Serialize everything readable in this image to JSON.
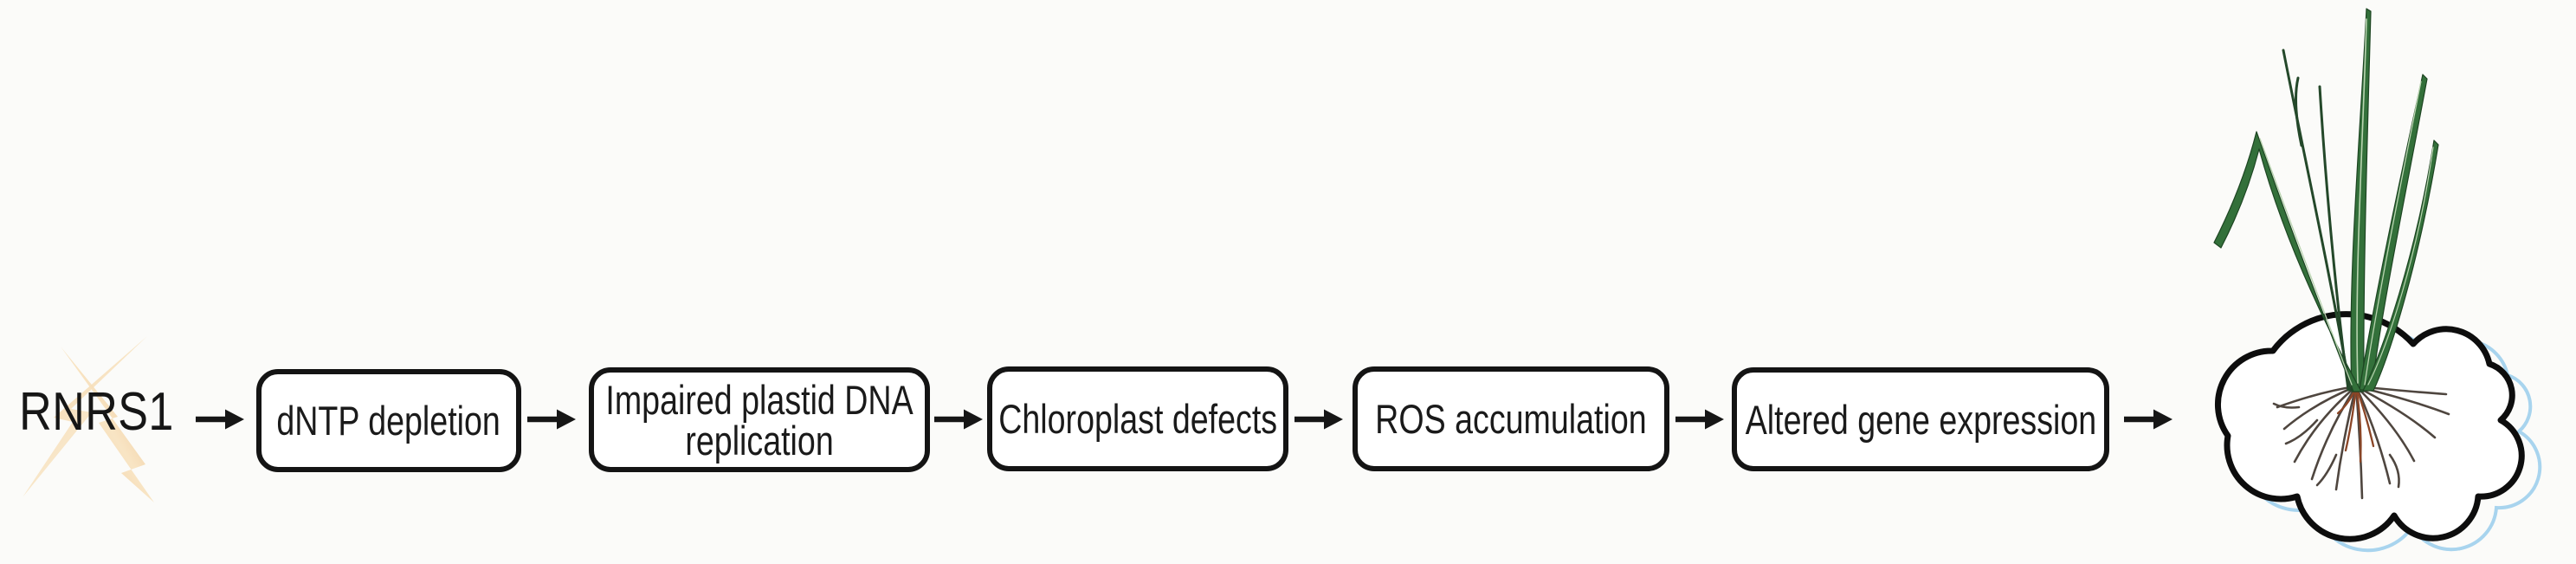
{
  "diagram": {
    "source": {
      "label": "RNRS1",
      "icon": "lightning-bolt-icon"
    },
    "arrow_glyph": "→",
    "steps": [
      {
        "id": "dntp-depletion",
        "lines": [
          "dNTP depletion"
        ]
      },
      {
        "id": "impaired-plastid-dna-replication",
        "lines": [
          "Impaired plastid DNA",
          "replication"
        ]
      },
      {
        "id": "chloroplast-defects",
        "lines": [
          "Chloroplast defects"
        ]
      },
      {
        "id": "ros-accumulation",
        "lines": [
          "ROS accumulation"
        ]
      },
      {
        "id": "altered-gene-expression",
        "lines": [
          "Altered gene expression"
        ]
      }
    ],
    "terminal": {
      "icon": "plant-seedling-in-cloud-icon"
    }
  },
  "colors": {
    "background": "#fbfbf9",
    "box_border": "#141414",
    "box_fill": "#ffffff",
    "text": "#1a1a1a",
    "arrow": "#161616",
    "bolt_light": "#f8e6c8",
    "bolt_mid": "#f2c892",
    "bolt_dark": "#e4a363",
    "leaf_green": "#33703a",
    "leaf_dark": "#1d4522",
    "leaf_stripe": "#b9d4b0",
    "cloud_outline": "#0d0d0d",
    "cloud_shadow_blue": "#a8d4ee",
    "root_gray": "#4f463f",
    "root_core_brown": "#8a4526"
  }
}
